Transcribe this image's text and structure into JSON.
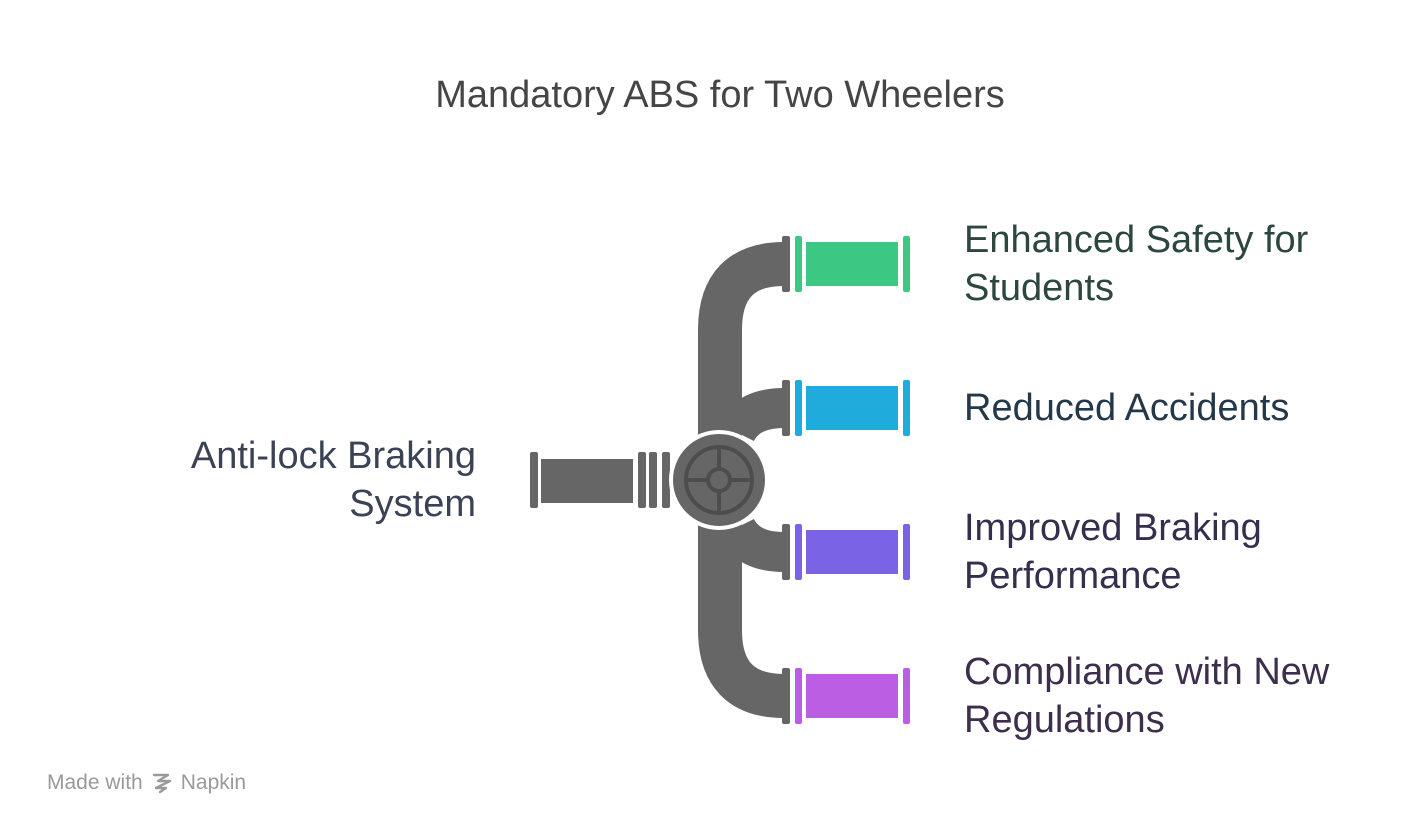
{
  "title": "Mandatory ABS for Two Wheelers",
  "source": {
    "label": "Anti-lock Braking System",
    "color": "#666666"
  },
  "outputs": [
    {
      "label": "Enhanced Safety for Students",
      "color": "#3cc883"
    },
    {
      "label": "Reduced Accidents",
      "color": "#1fabdc"
    },
    {
      "label": "Improved Braking Performance",
      "color": "#7b63e6"
    },
    {
      "label": "Compliance with New Regulations",
      "color": "#bb5ee3"
    }
  ],
  "brand": {
    "prefix": "Made with",
    "name": "Napkin",
    "icon": "napkin-logo-icon"
  }
}
